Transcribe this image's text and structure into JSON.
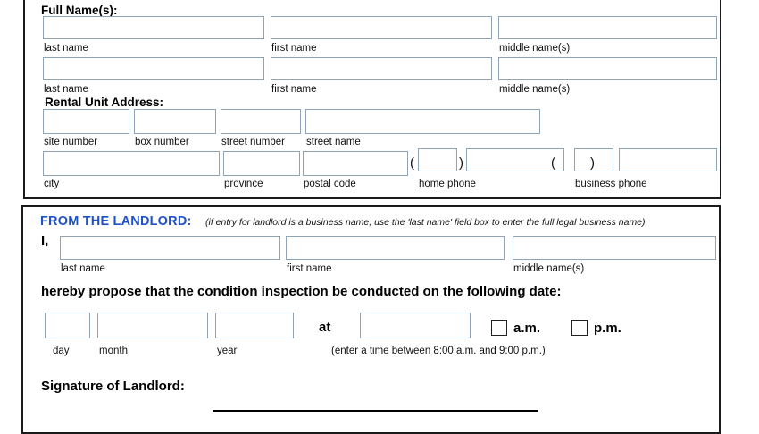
{
  "form": {
    "tenant_section": {
      "full_names_heading": "Full Name(s):",
      "rental_address_heading": "Rental Unit Address:",
      "name_rows": [
        {
          "last": "last name",
          "first": "first name",
          "middle": "middle name(s)"
        },
        {
          "last": "last name",
          "first": "first name",
          "middle": "middle name(s)"
        }
      ],
      "address_captions": {
        "site_number": "site number",
        "box_number": "box number",
        "street_number": "street number",
        "street_name": "street name",
        "city": "city",
        "province": "province",
        "postal_code": "postal code",
        "home_phone": "home phone",
        "business_phone": "business phone"
      },
      "paren_open": "(",
      "paren_close": ")"
    },
    "landlord_section": {
      "heading": "FROM THE LANDLORD:",
      "heading_color": "#1f52c9",
      "heading_note": "(if entry for landlord is a business name, use the 'last name' field box to enter the full legal business name)",
      "i_label": "I,",
      "name_captions": {
        "last": "last name",
        "first": "first name",
        "middle": "middle name(s)"
      },
      "propose_text": "hereby propose that the condition inspection be conducted on the following date:",
      "date_captions": {
        "day": "day",
        "month": "month",
        "year": "year"
      },
      "at_label": "at",
      "time_hint": "(enter a time between 8:00 a.m. and 9:00 p.m.)",
      "am_label": "a.m.",
      "pm_label": "p.m.",
      "signature_label": "Signature of Landlord:"
    }
  }
}
